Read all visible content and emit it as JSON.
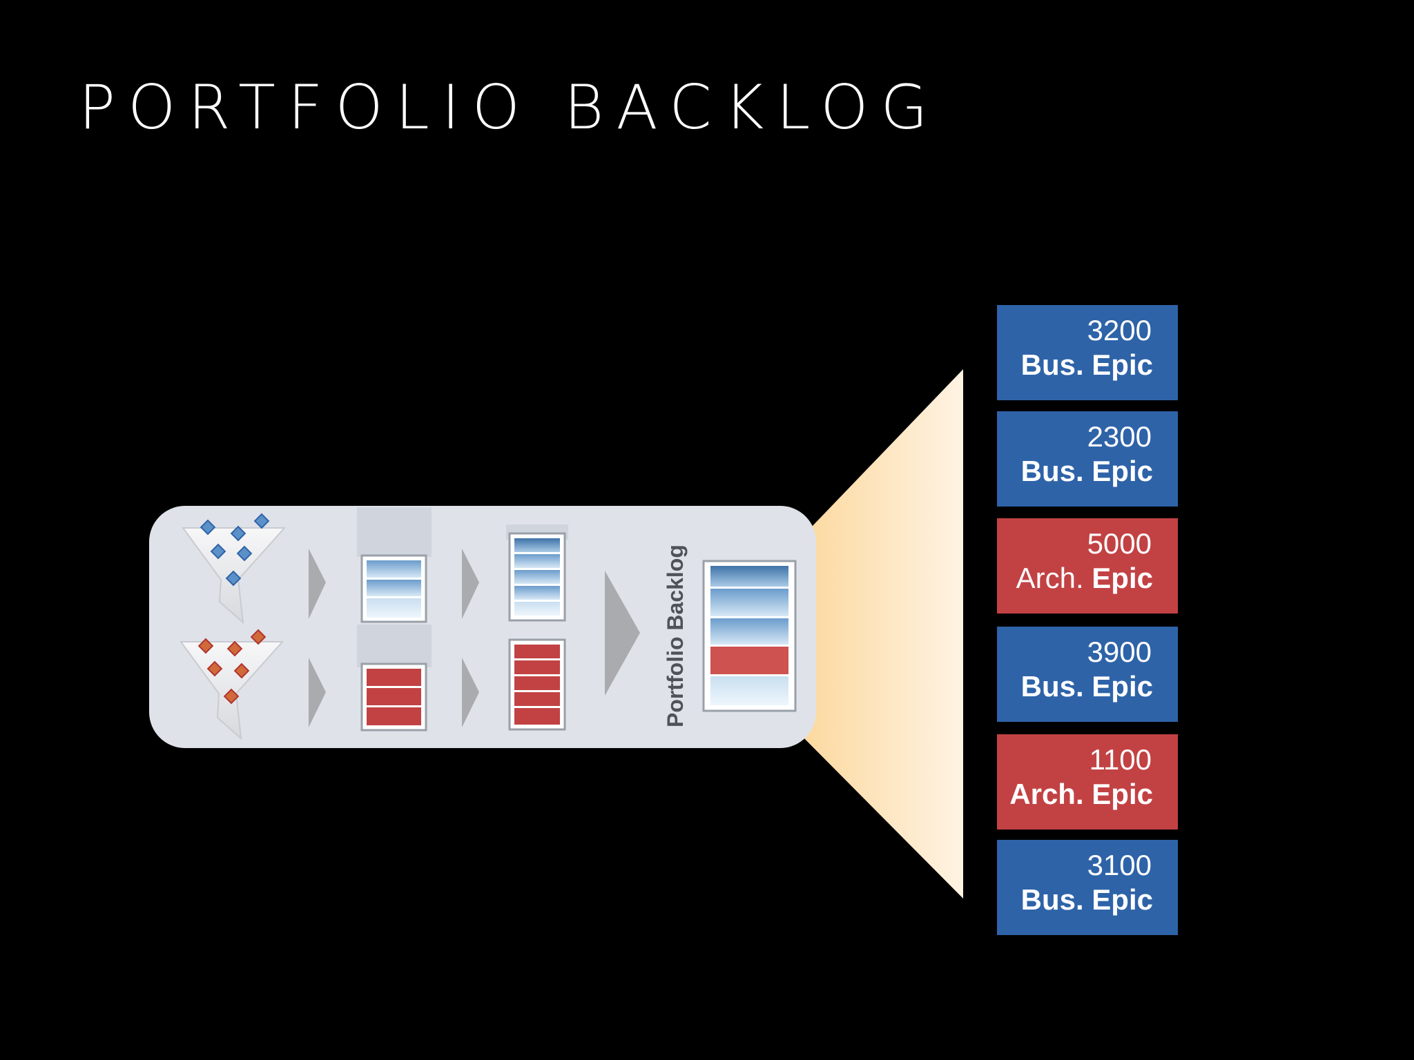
{
  "slide": {
    "title": "PORTFOLIO BACKLOG",
    "backlog_label": "Portfolio Backlog"
  },
  "epics": [
    {
      "value": "3200",
      "type_prefix": "Bus.",
      "type_word": "Epic",
      "kind": "bus",
      "prefix_bold": true
    },
    {
      "value": "2300",
      "type_prefix": "Bus.",
      "type_word": "Epic",
      "kind": "bus",
      "prefix_bold": true
    },
    {
      "value": "5000",
      "type_prefix": "Arch.",
      "type_word": "Epic",
      "kind": "arch",
      "prefix_bold": false
    },
    {
      "value": "3900",
      "type_prefix": "Bus.",
      "type_word": "Epic",
      "kind": "bus",
      "prefix_bold": true
    },
    {
      "value": "1100",
      "type_prefix": "Arch.",
      "type_word": "Epic",
      "kind": "arch",
      "prefix_bold": true
    },
    {
      "value": "3100",
      "type_prefix": "Bus.",
      "type_word": "Epic",
      "kind": "bus",
      "prefix_bold": true
    }
  ],
  "colors": {
    "business": "#2e63a8",
    "architectural": "#c24244",
    "panel": "#dfe2e8",
    "arrow": "#a9abae",
    "beam": "#fde2b5"
  },
  "icons": {
    "funnel_business": "funnel-icon",
    "funnel_architectural": "funnel-icon",
    "stage_arrow": "chevron-right-icon"
  }
}
